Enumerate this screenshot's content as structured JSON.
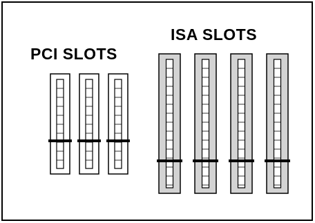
{
  "labels": {
    "pci_title": "PCI SLOTS",
    "isa_title": "ISA SLOTS"
  },
  "slots": {
    "pci_count": 3,
    "isa_count": 4
  },
  "colors": {
    "pci_fill": "#ffffff",
    "isa_fill": "#d3d3d3",
    "stroke": "#000000"
  }
}
